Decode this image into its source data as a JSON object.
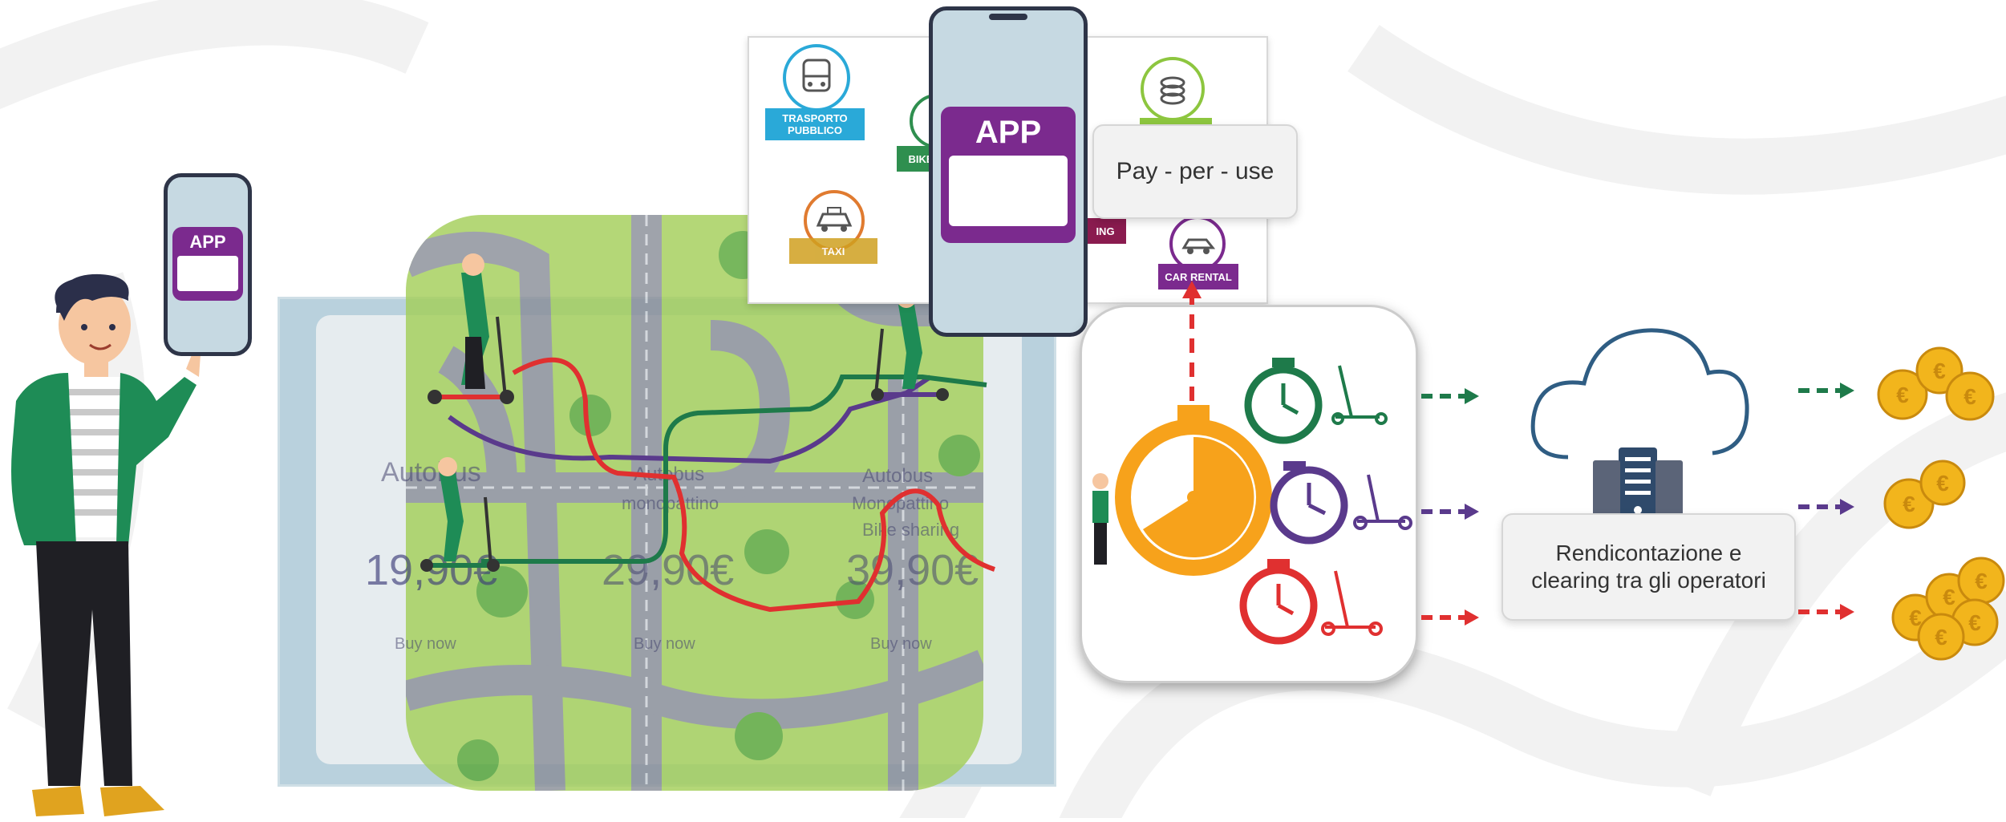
{
  "operators_panel": {
    "public_transport": "TRASPORTO PUBBLICO",
    "bike": "BIKE",
    "taxi": "TAXI",
    "car_sharing": "ING",
    "car_rental": "CAR RENTAL"
  },
  "app_label_small": "APP",
  "app_label_large": "APP",
  "pay_per_use_label": "Pay - per - use",
  "clearing_label": "Rendicontazione e clearing tra gli operatori",
  "map_overlay": {
    "col1_title": "Autobus",
    "col2_title": "Autobus",
    "col2_sub": "monopattino",
    "col3_title": "Autobus",
    "col3_sub1": "Monopattino",
    "col3_sub2": "Bike sharing",
    "price1": "19,90€",
    "price2": "29,90€",
    "price3": "39,90€",
    "buy1": "Buy now",
    "buy2": "Buy now",
    "buy3": "Buy now"
  },
  "colors": {
    "green": "#1e7a4a",
    "purple": "#5a3a8c",
    "red": "#e03030",
    "app_purple": "#7b2a8e",
    "timer_orange": "#f7a21b"
  },
  "icons": [
    "bus-icon",
    "bike-icon",
    "taxi-icon",
    "coins-icon",
    "car-icon",
    "cloud-icon",
    "server-icon",
    "stopwatch-icon",
    "scooter-icon",
    "euro-coin-icon",
    "person-icon"
  ]
}
